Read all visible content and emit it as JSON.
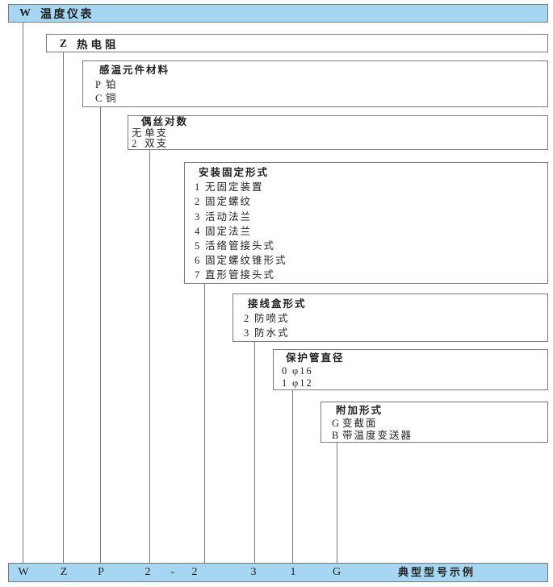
{
  "diagram": {
    "top_bar": {
      "code": "W",
      "label": "温度仪表"
    },
    "z_box": {
      "code": "Z",
      "label": "热电阻"
    },
    "boxes": [
      {
        "header": "感温元件材料",
        "items": [
          {
            "code": "P",
            "label": "铂"
          },
          {
            "code": "C",
            "label": "铜"
          }
        ]
      },
      {
        "header": "偶丝对数",
        "items": [
          {
            "code": "无",
            "label": "单支"
          },
          {
            "code": "2",
            "label": "双支"
          }
        ]
      },
      {
        "header": "安装固定形式",
        "items": [
          {
            "code": "1",
            "label": "无固定装置"
          },
          {
            "code": "2",
            "label": "固定螺纹"
          },
          {
            "code": "3",
            "label": "活动法兰"
          },
          {
            "code": "4",
            "label": "固定法兰"
          },
          {
            "code": "5",
            "label": "活络管接头式"
          },
          {
            "code": "6",
            "label": "固定螺纹锥形式"
          },
          {
            "code": "7",
            "label": "直形管接头式"
          }
        ]
      },
      {
        "header": "接线盒形式",
        "items": [
          {
            "code": "2",
            "label": "防喷式"
          },
          {
            "code": "3",
            "label": "防水式"
          }
        ]
      },
      {
        "header": "保护管直径",
        "items": [
          {
            "code": "0",
            "label": "φ16"
          },
          {
            "code": "1",
            "label": "φ12"
          }
        ]
      },
      {
        "header": "附加形式",
        "items": [
          {
            "code": "G",
            "label": "变截面"
          },
          {
            "code": "B",
            "label": "带温度变送器"
          }
        ]
      }
    ],
    "bottom_bar": {
      "codes": [
        "W",
        "Z",
        "P",
        "2",
        "-",
        "2",
        "3",
        "1",
        "G"
      ],
      "caption": "典型型号示例"
    },
    "colors": {
      "bar_fill": "#a6d7f2",
      "border": "#7a7a7a",
      "text": "#1f1f1f"
    }
  }
}
